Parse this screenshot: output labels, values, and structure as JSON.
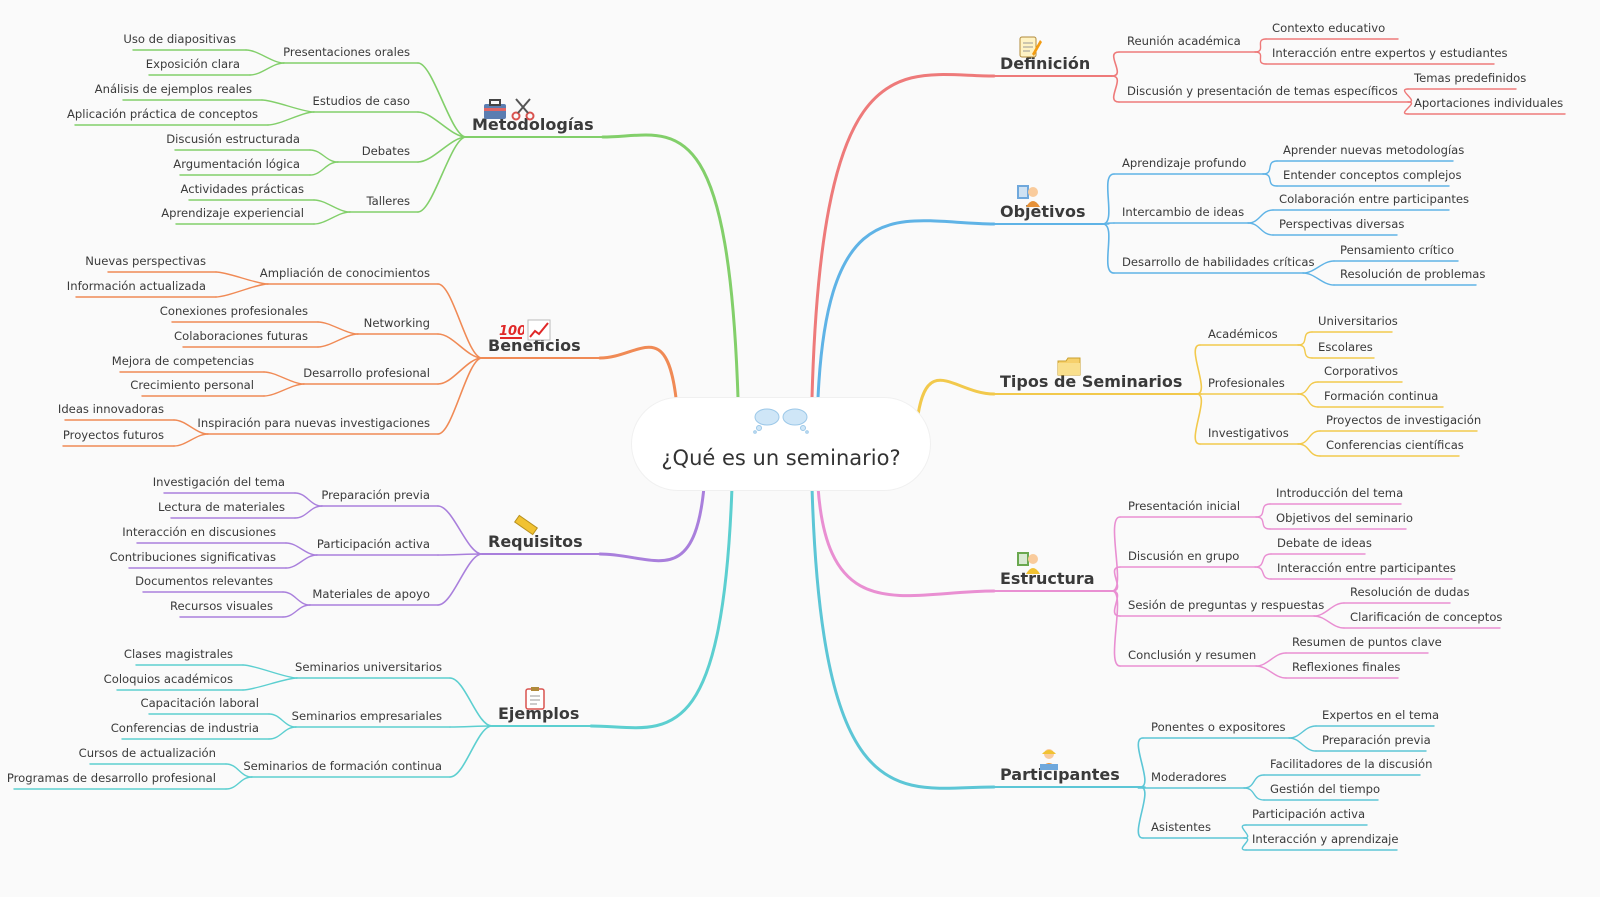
{
  "central": {
    "title": "¿Qué es un seminario?",
    "icon": "thought-bubbles-icon"
  },
  "colors": {
    "Definición": "#ee7a7a",
    "Objetivos": "#5fb3e6",
    "Tipos de Seminarios": "#f2c94c",
    "Estructura": "#e98fd2",
    "Participantes": "#5cc6d6",
    "Metodologías": "#82cf6a",
    "Beneficios": "#f08a55",
    "Requisitos": "#a97fdc",
    "Ejemplos": "#5ccfd0"
  },
  "branches": [
    {
      "name": "Definición",
      "icon": "memo-icon",
      "subs": [
        {
          "name": "Reunión académica",
          "leaves": [
            "Contexto educativo",
            "Interacción entre expertos y estudiantes"
          ]
        },
        {
          "name": "Discusión y presentación de temas específicos",
          "leaves": [
            "Temas predefinidos",
            "Aportaciones individuales"
          ]
        }
      ]
    },
    {
      "name": "Objetivos",
      "icon": "teacher-icon",
      "subs": [
        {
          "name": "Aprendizaje profundo",
          "leaves": [
            "Aprender nuevas metodologías",
            "Entender conceptos complejos"
          ]
        },
        {
          "name": "Intercambio de ideas",
          "leaves": [
            "Colaboración entre participantes",
            "Perspectivas diversas"
          ]
        },
        {
          "name": "Desarrollo de habilidades críticas",
          "leaves": [
            "Pensamiento crítico",
            "Resolución de problemas"
          ]
        }
      ]
    },
    {
      "name": "Tipos de Seminarios",
      "icon": "folder-icon",
      "subs": [
        {
          "name": "Académicos",
          "leaves": [
            "Universitarios",
            "Escolares"
          ]
        },
        {
          "name": "Profesionales",
          "leaves": [
            "Corporativos",
            "Formación continua"
          ]
        },
        {
          "name": "Investigativos",
          "leaves": [
            "Proyectos de investigación",
            "Conferencias científicas"
          ]
        }
      ]
    },
    {
      "name": "Estructura",
      "icon": "presenter-icon",
      "subs": [
        {
          "name": "Presentación inicial",
          "leaves": [
            "Introducción del tema",
            "Objetivos del seminario"
          ]
        },
        {
          "name": "Discusión en grupo",
          "leaves": [
            "Debate de ideas",
            "Interacción entre participantes"
          ]
        },
        {
          "name": "Sesión de preguntas y respuestas",
          "leaves": [
            "Resolución de dudas",
            "Clarificación de conceptos"
          ]
        },
        {
          "name": "Conclusión y resumen",
          "leaves": [
            "Resumen de puntos clave",
            "Reflexiones finales"
          ]
        }
      ]
    },
    {
      "name": "Participantes",
      "icon": "person-laptop-icon",
      "subs": [
        {
          "name": "Ponentes o expositores",
          "leaves": [
            "Expertos en el tema",
            "Preparación previa"
          ]
        },
        {
          "name": "Moderadores",
          "leaves": [
            "Facilitadores de la discusión",
            "Gestión del tiempo"
          ]
        },
        {
          "name": "Asistentes",
          "leaves": [
            "Participación activa",
            "Interacción y aprendizaje"
          ]
        }
      ]
    },
    {
      "name": "Metodologías",
      "icon": "toolbox-scissors-icon",
      "subs": [
        {
          "name": "Presentaciones orales",
          "leaves": [
            "Uso de diapositivas",
            "Exposición clara"
          ]
        },
        {
          "name": "Estudios de caso",
          "leaves": [
            "Análisis de ejemplos reales",
            "Aplicación práctica de conceptos"
          ]
        },
        {
          "name": "Debates",
          "leaves": [
            "Discusión estructurada",
            "Argumentación lógica"
          ]
        },
        {
          "name": "Talleres",
          "leaves": [
            "Actividades prácticas",
            "Aprendizaje experiencial"
          ]
        }
      ]
    },
    {
      "name": "Beneficios",
      "icon": "hundred-chart-icon",
      "subs": [
        {
          "name": "Ampliación de conocimientos",
          "leaves": [
            "Nuevas perspectivas",
            "Información actualizada"
          ]
        },
        {
          "name": "Networking",
          "leaves": [
            "Conexiones profesionales",
            "Colaboraciones futuras"
          ]
        },
        {
          "name": "Desarrollo profesional",
          "leaves": [
            "Mejora de competencias",
            "Crecimiento personal"
          ]
        },
        {
          "name": "Inspiración para nuevas investigaciones",
          "leaves": [
            "Ideas innovadoras",
            "Proyectos futuros"
          ]
        }
      ]
    },
    {
      "name": "Requisitos",
      "icon": "ruler-icon",
      "subs": [
        {
          "name": "Preparación previa",
          "leaves": [
            "Investigación del tema",
            "Lectura de materiales"
          ]
        },
        {
          "name": "Participación activa",
          "leaves": [
            "Interacción en discusiones",
            "Contribuciones significativas"
          ]
        },
        {
          "name": "Materiales de apoyo",
          "leaves": [
            "Documentos relevantes",
            "Recursos visuales"
          ]
        }
      ]
    },
    {
      "name": "Ejemplos",
      "icon": "clipboard-icon",
      "subs": [
        {
          "name": "Seminarios universitarios",
          "leaves": [
            "Clases magistrales",
            "Coloquios académicos"
          ]
        },
        {
          "name": "Seminarios empresariales",
          "leaves": [
            "Capacitación laboral",
            "Conferencias de industria"
          ]
        },
        {
          "name": "Seminarios de formación continua",
          "leaves": [
            "Cursos de actualización",
            "Programas de desarrollo profesional"
          ]
        }
      ]
    }
  ]
}
